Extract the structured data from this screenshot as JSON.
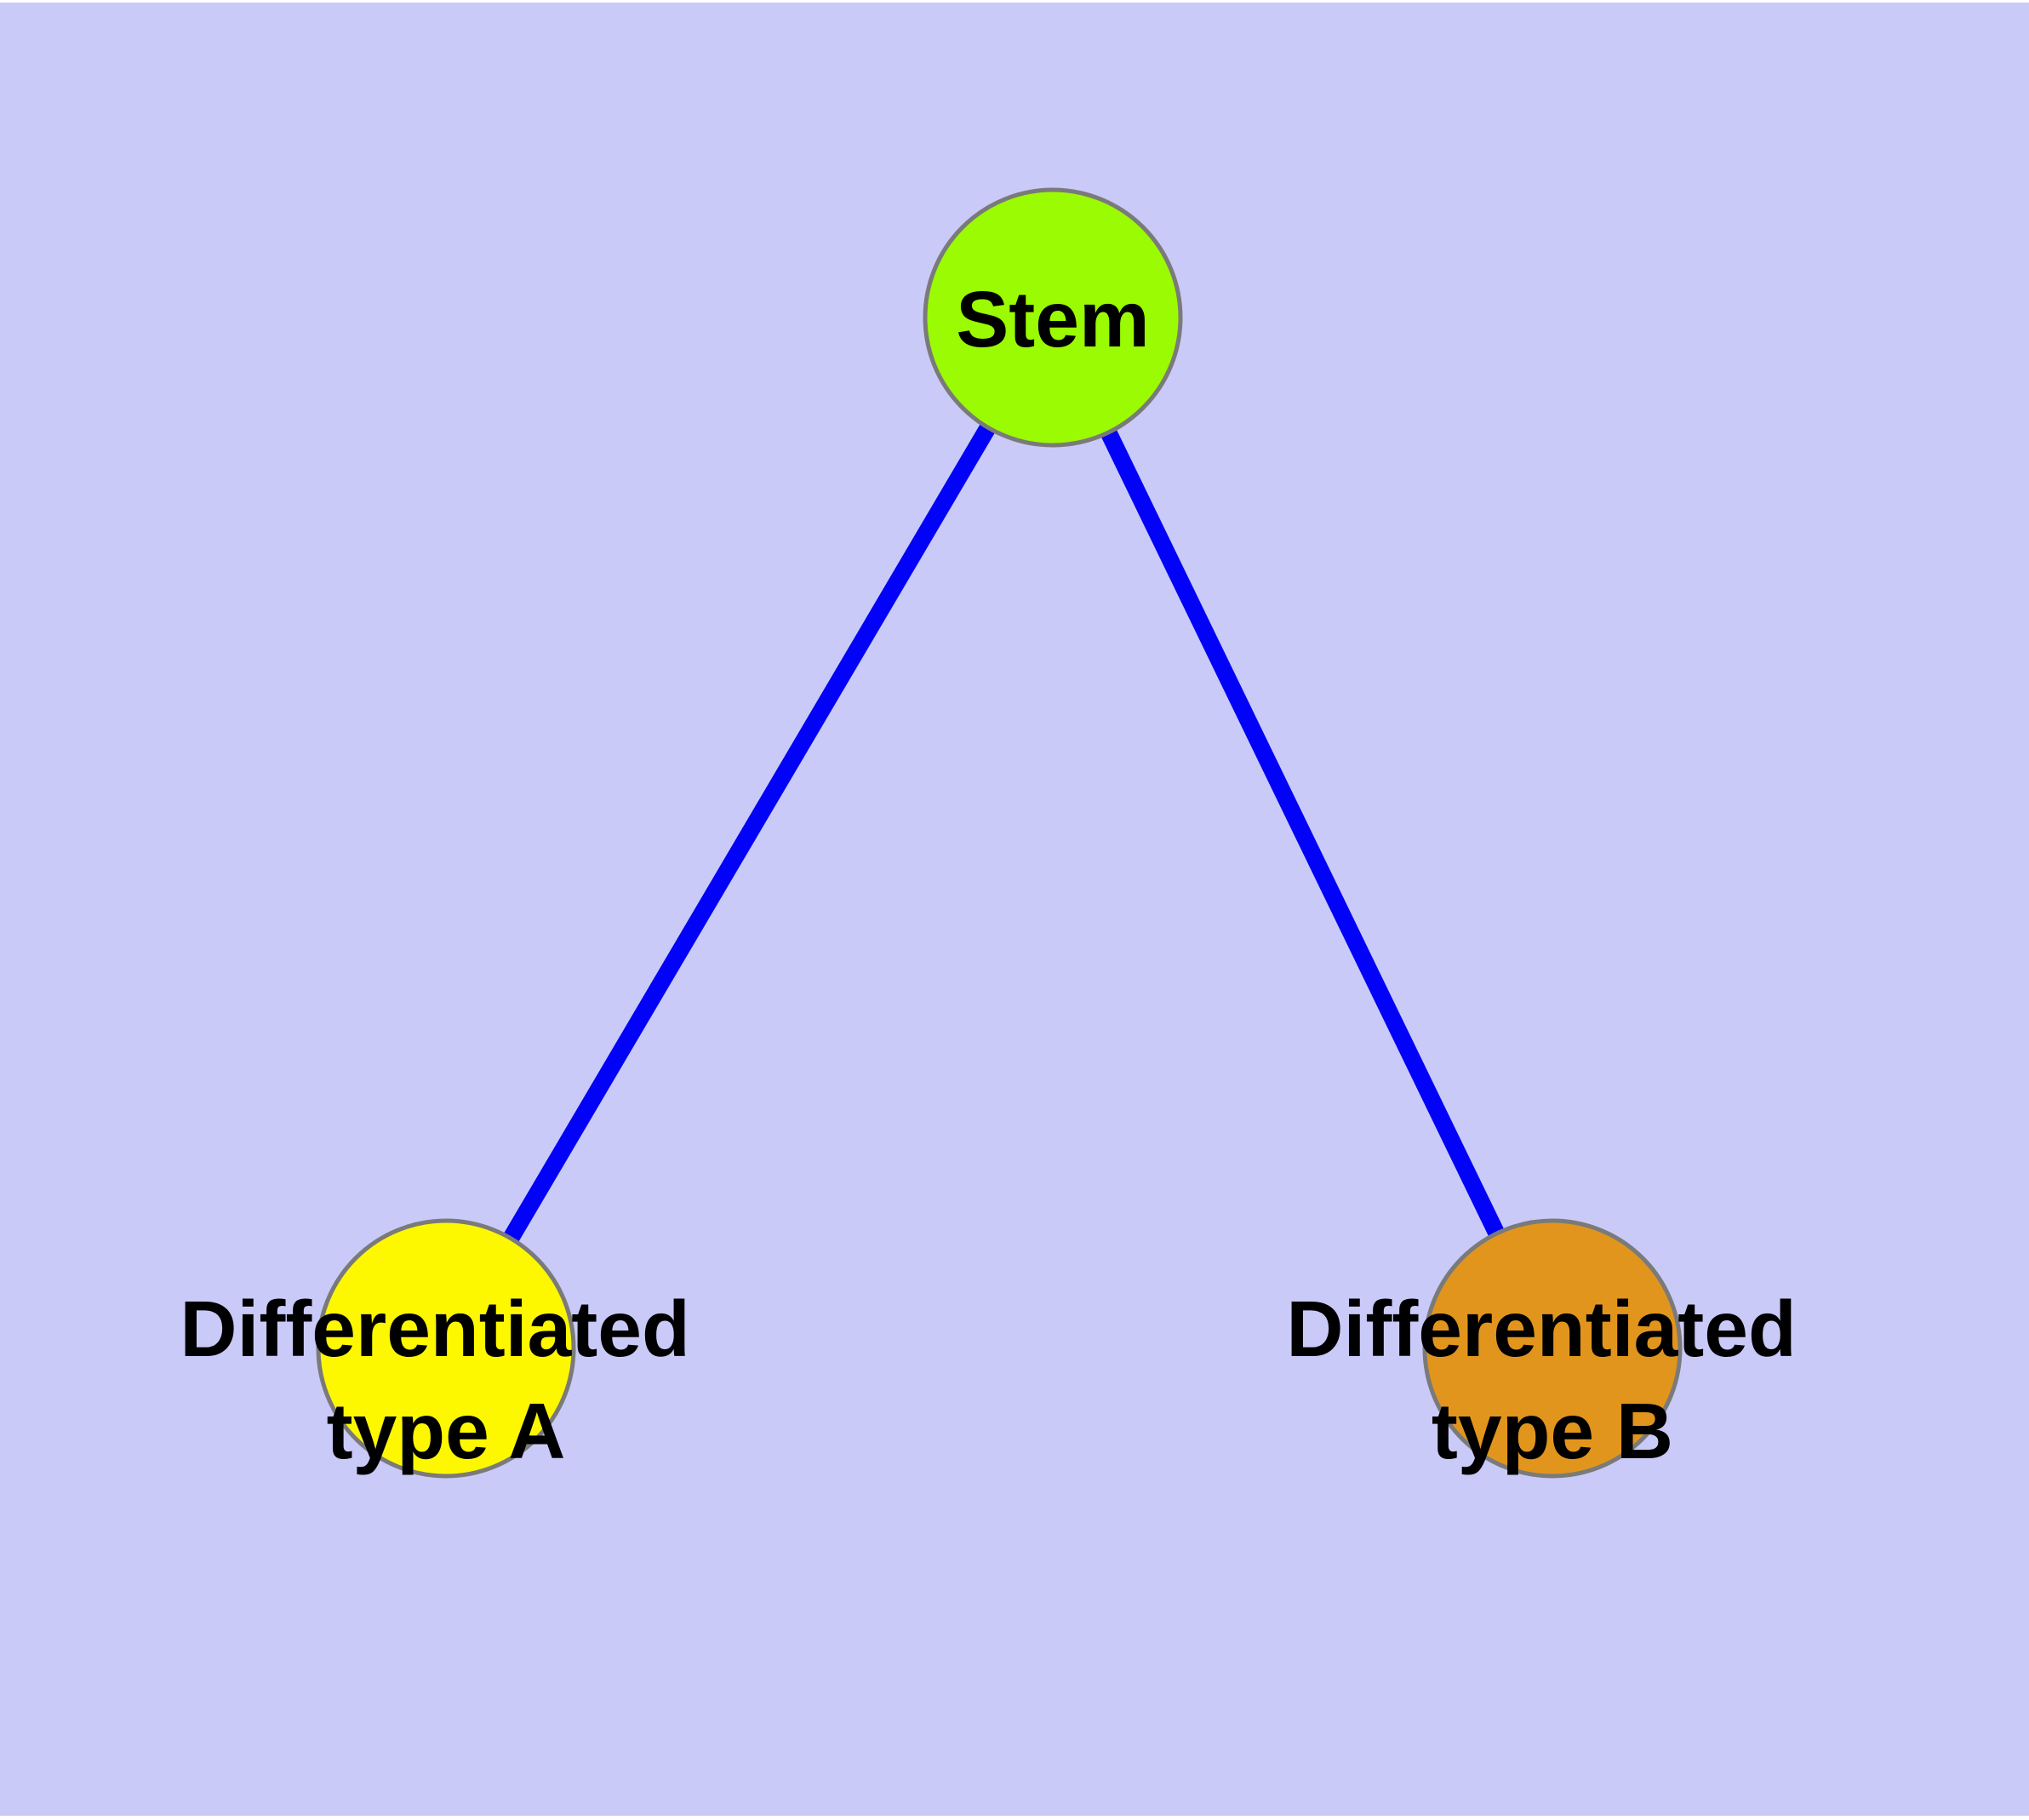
{
  "figure": {
    "background_color": "#CACAF8",
    "margin_color": "#FFFFFF",
    "edge_color": "#0202F8",
    "node_outline_color": "#7A7A7A",
    "label_color": "#000000"
  },
  "nodes": {
    "stem": {
      "label": "Stem",
      "fill": "#9AFB02"
    },
    "type_a": {
      "label_line1": "Differentiated",
      "label_line2": "type A",
      "fill": "#FDF800"
    },
    "type_b": {
      "label_line1": "Differentiated",
      "label_line2": "type B",
      "fill": "#E2951D"
    }
  },
  "edges": [
    {
      "from": "Stem",
      "to": "Differentiated type A"
    },
    {
      "from": "Stem",
      "to": "Differentiated type B"
    }
  ]
}
